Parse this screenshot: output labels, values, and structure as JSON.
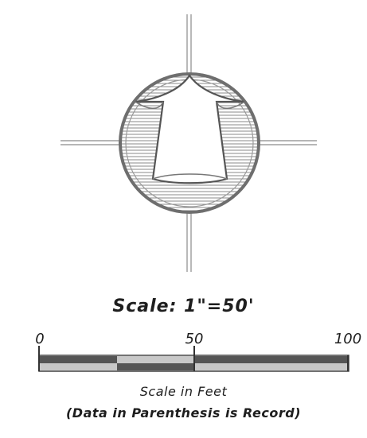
{
  "scale": {
    "title": "Scale: 1\"=50'",
    "tick_labels": [
      "0",
      "50",
      "100"
    ],
    "units_label": "Scale in Feet"
  },
  "note": "(Data in Parenthesis is Record)",
  "colors": {
    "ink": "#1e1e1e",
    "hatch": "#8a8a8a",
    "bar_dark": "#555555",
    "bar_light": "#c8c8c8"
  }
}
